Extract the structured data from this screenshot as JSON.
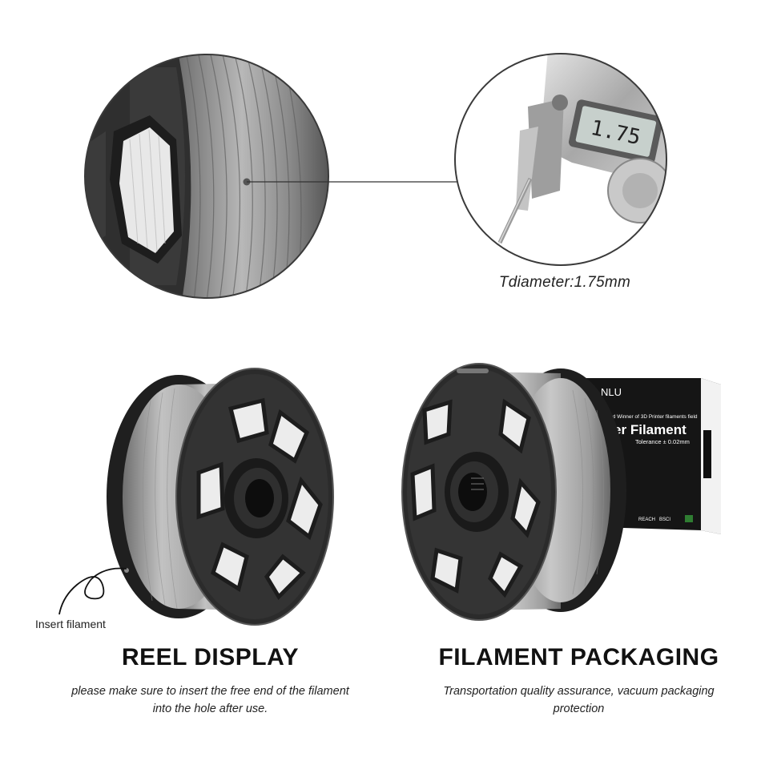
{
  "diameter_caption": "Tdiameter:1.75mm",
  "caliper_reading": "1.75",
  "insert_label": "Insert filament",
  "reel": {
    "title": "REEL DISPLAY",
    "description": "please make sure to insert the free end of the filament into the hole after use."
  },
  "packaging": {
    "title": "FILAMENT PACKAGING",
    "description": "Transportation quality assurance, vacuum packaging protection"
  },
  "box": {
    "brand": "NLU",
    "award": "Award Winner of 3D Printer filaments field",
    "product": "nter Filament",
    "tolerance": "Tolerance ± 0.02mm",
    "cert_reach": "REACH",
    "cert_bsci": "BSCI"
  },
  "colors": {
    "filament": "#a9a9a9",
    "spool": "#2c2c2c",
    "box": "#151515"
  }
}
